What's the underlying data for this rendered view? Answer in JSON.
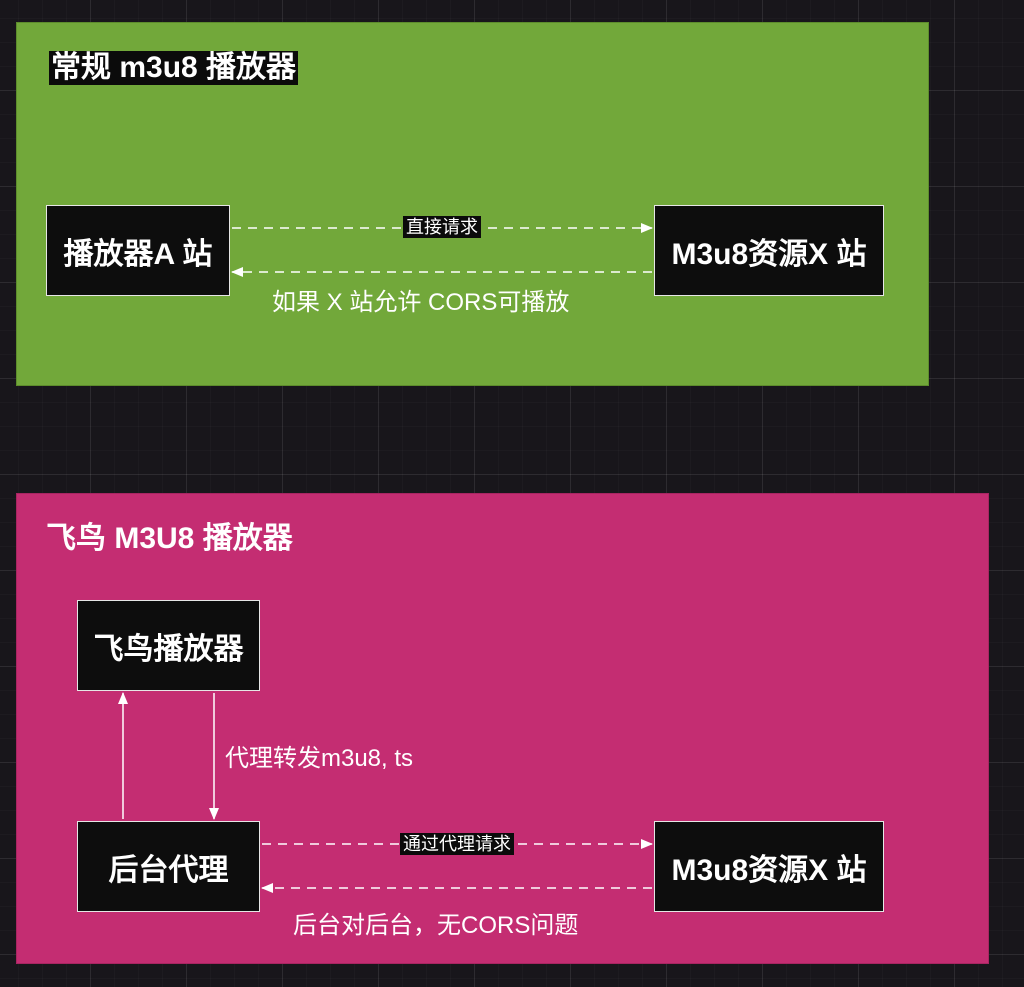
{
  "panels": {
    "regular": {
      "title": "常规 m3u8 播放器",
      "color": "#72a83a",
      "nodes": {
        "player": "播放器A 站",
        "source": "M3u8资源X 站"
      },
      "edges": {
        "request": "直接请求",
        "response": "如果 X 站允许 CORS可播放"
      }
    },
    "feiniao": {
      "title": "飞鸟 M3U8 播放器",
      "color": "#c42d72",
      "nodes": {
        "player": "飞鸟播放器",
        "proxy": "后台代理",
        "source": "M3u8资源X 站"
      },
      "edges": {
        "forward": "代理转发m3u8, ts",
        "request": "通过代理请求",
        "response": "后台对后台，无CORS问题"
      }
    }
  }
}
